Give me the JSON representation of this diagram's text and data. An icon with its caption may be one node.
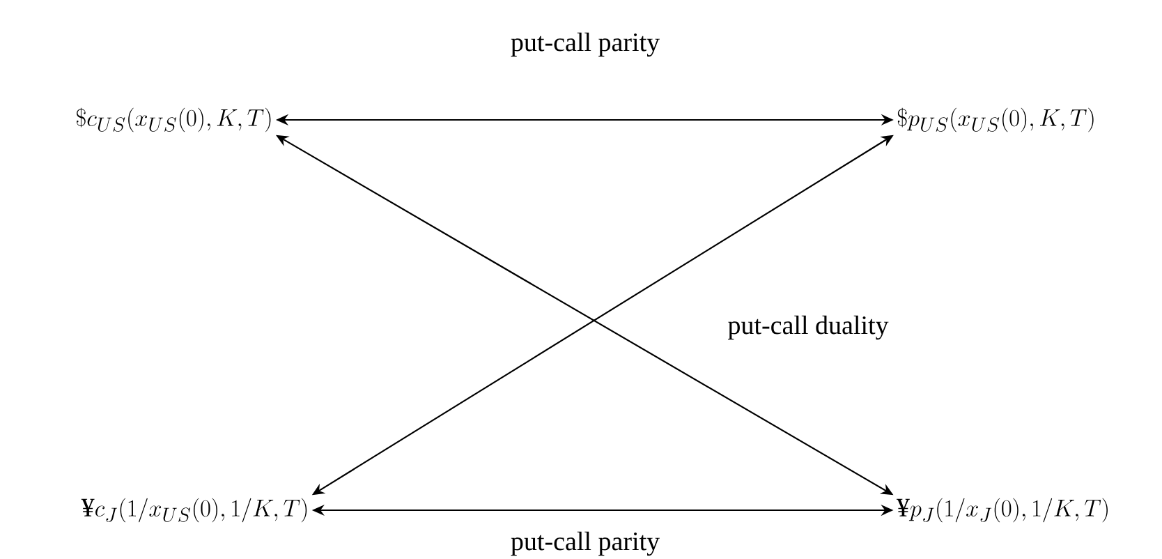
{
  "diagram": {
    "nodes": [
      {
        "text": [
          "\\$c_{US}(x_{US}(0), K, T)"
        ]
      },
      {
        "text": [
          "\\$p_{US}(x_{US}(0), K, T)"
        ]
      },
      {
        "text": [
          "\\mbox{¥}c_{J}(1/x_{US}(0), 1/K, T)"
        ]
      },
      {
        "text": [
          "\\mbox{¥}p_{J}(1/x_{J}(0), 1/K, T)"
        ]
      }
    ],
    "edges": [
      {
        "from": 0,
        "to": 1,
        "arrow": "both",
        "label": "put-call parity"
      },
      {
        "from": 2,
        "to": 3,
        "arrow": "both",
        "label": "put-call parity"
      },
      {
        "from": 0,
        "to": 3,
        "arrow": "both"
      },
      {
        "from": 1,
        "to": 2,
        "arrow": "both"
      }
    ],
    "labels": [
      "put-call duality"
    ]
  }
}
